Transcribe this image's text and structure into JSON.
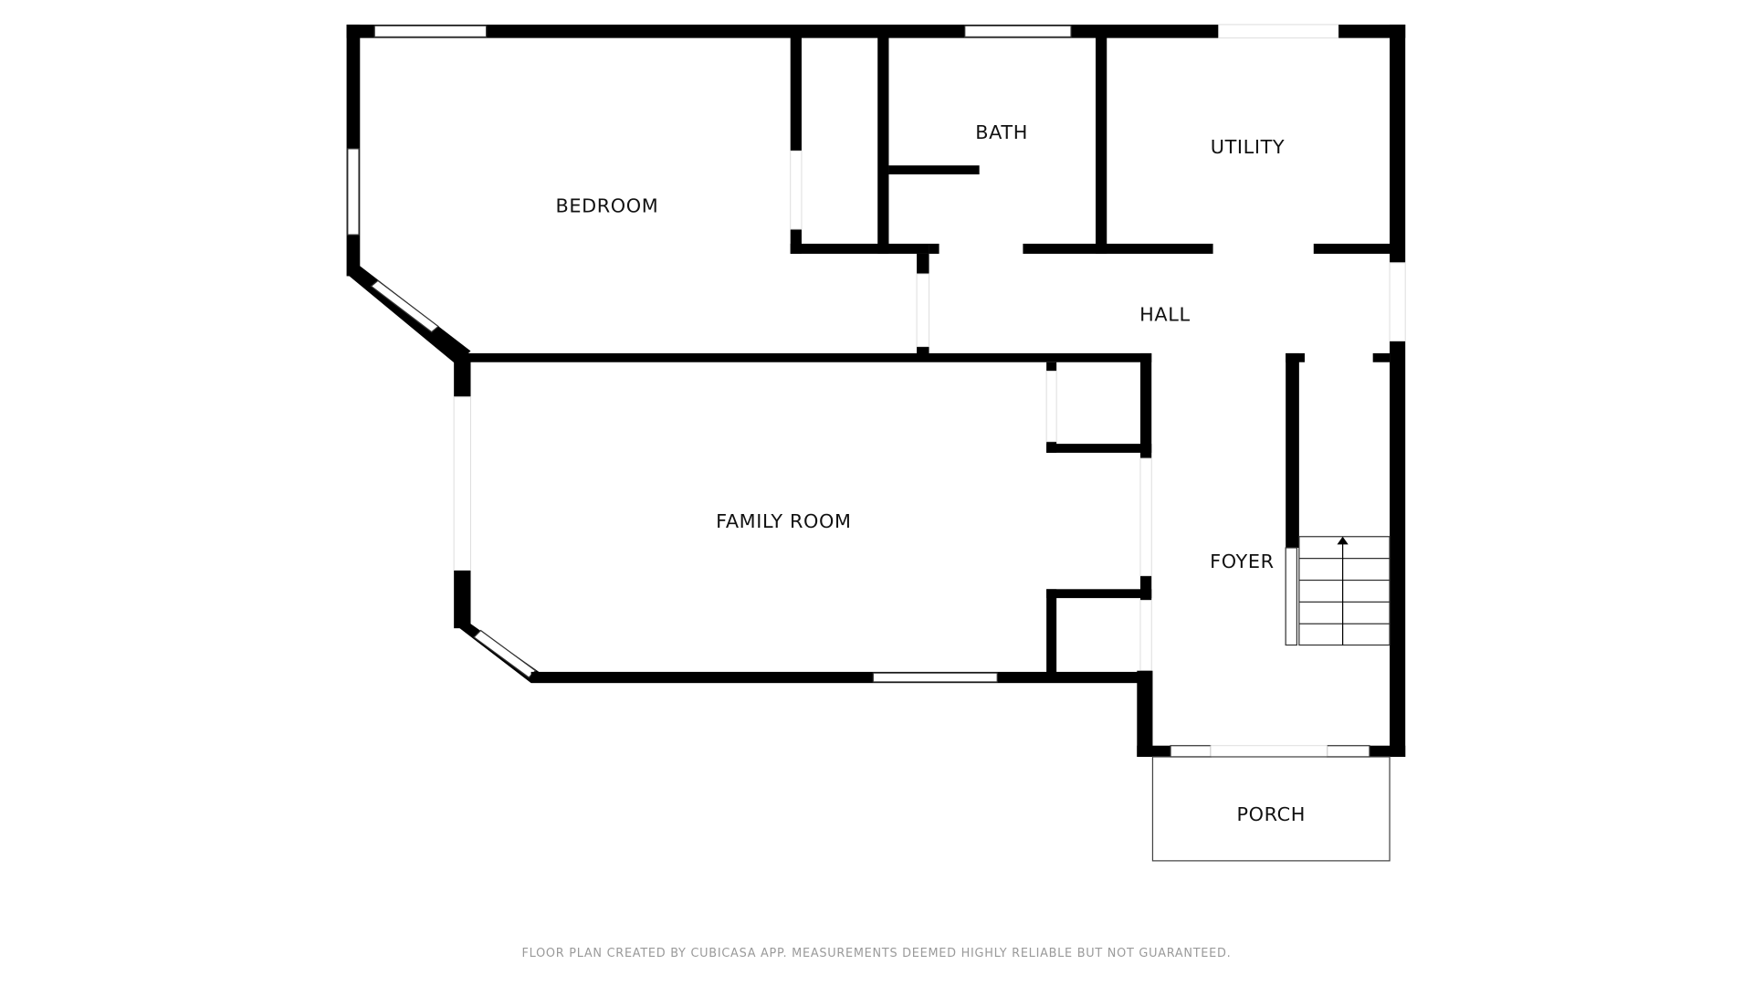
{
  "rooms": {
    "bedroom": "BEDROOM",
    "bath": "BATH",
    "utility": "UTILITY",
    "hall": "HALL",
    "family_room": "FAMILY ROOM",
    "foyer": "FOYER",
    "porch": "PORCH"
  },
  "footer": "FLOOR PLAN CREATED BY CUBICASA APP. MEASUREMENTS DEEMED HIGHLY RELIABLE BUT NOT GUARANTEED.",
  "colors": {
    "wall": "#000000",
    "footer_text": "#9a9a9a"
  }
}
